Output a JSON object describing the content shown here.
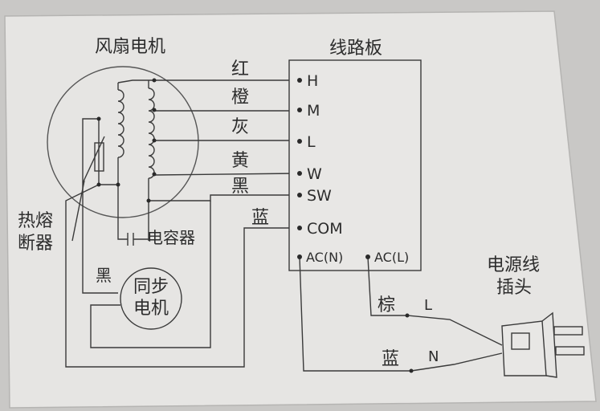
{
  "motor": {
    "title": "风扇电机"
  },
  "board": {
    "title": "线路板",
    "terminals": [
      "H",
      "M",
      "L",
      "W",
      "SW",
      "COM",
      "AC(N)",
      "AC(L)"
    ]
  },
  "wire_colors": {
    "red": "红",
    "orange": "橙",
    "gray": "灰",
    "yellow": "黄",
    "black": "黑",
    "blue": "蓝"
  },
  "fuse": {
    "line1": "热熔",
    "line2": "断器"
  },
  "capacitor": {
    "label": "电容器"
  },
  "sync_motor": {
    "line1": "同步",
    "line2": "电机",
    "wire": "黑"
  },
  "plug": {
    "title_line1": "电源线",
    "title_line2": "插头",
    "brown": "棕",
    "blue": "蓝",
    "L": "L",
    "N": "N"
  }
}
